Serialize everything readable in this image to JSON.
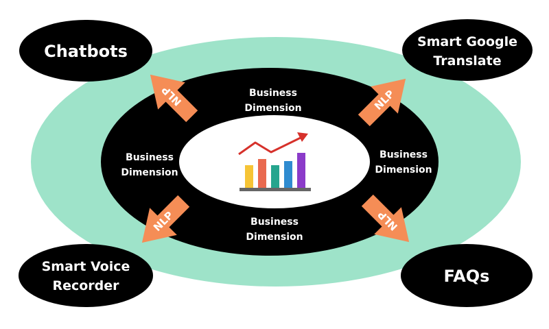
{
  "colors": {
    "outer_ring": "#9ee3c9",
    "inner_ring": "#000000",
    "center": "#ffffff",
    "node_fill": "#000000",
    "arrow": "#f58d56",
    "text": "#ffffff",
    "bar_colors": [
      "#f6c435",
      "#e9694f",
      "#26a58e",
      "#2f8bd0",
      "#8b3bc9"
    ],
    "trend_line": "#d6312b",
    "chart_base": "#666666"
  },
  "center_icon": "bar-chart-with-trend-arrow-icon",
  "center_chart_levels": [
    0.55,
    0.7,
    0.55,
    0.65,
    0.85
  ],
  "dimensions": {
    "top": [
      "Business",
      "Dimension"
    ],
    "left": [
      "Business",
      "Dimension"
    ],
    "right": [
      "Business",
      "Dimension"
    ],
    "bottom": [
      "Business",
      "Dimension"
    ]
  },
  "arrows": {
    "top_left": "NLP",
    "top_right": "NLP",
    "bottom_left": "NLP",
    "bottom_right": "NLP"
  },
  "nodes": {
    "top_left": [
      "Chatbots"
    ],
    "top_right": [
      "Smart Google",
      "Translate"
    ],
    "bottom_left": [
      "Smart Voice",
      "Recorder"
    ],
    "bottom_right": [
      "FAQs"
    ]
  }
}
